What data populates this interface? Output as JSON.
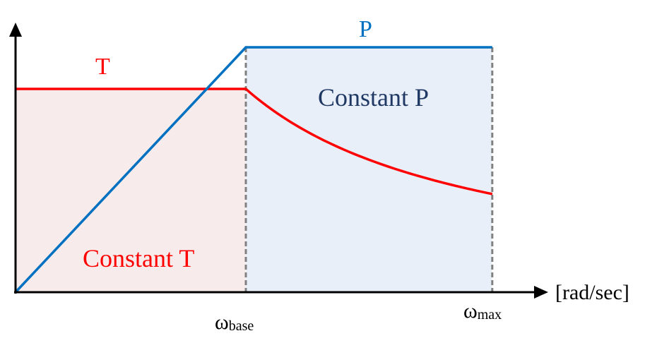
{
  "chart_data": {
    "type": "line",
    "description_free": true,
    "x_axis": {
      "unit_label": "[rad/sec]",
      "ticks": [
        {
          "symbol": "ω",
          "subscript": "base",
          "value": 1.0
        },
        {
          "symbol": "ω",
          "subscript": "max",
          "value": 2.07
        }
      ],
      "xlim": [
        0,
        2.2
      ]
    },
    "ylim": [
      0,
      1.35
    ],
    "regions": [
      {
        "label": "Constant T",
        "x_range": [
          0,
          1.0
        ],
        "color": "#f7eceb",
        "text_color": "#ff0000"
      },
      {
        "label": "Constant P",
        "x_range": [
          1.0,
          2.07
        ],
        "color": "#e9eff8",
        "text_color": "#1f3864"
      }
    ],
    "series": [
      {
        "name": "T",
        "color": "#ff0000",
        "points": [
          [
            0,
            0.83
          ],
          [
            1.0,
            0.83
          ],
          [
            1.1,
            0.7545
          ],
          [
            1.25,
            0.664
          ],
          [
            1.5,
            0.5533
          ],
          [
            1.75,
            0.4743
          ],
          [
            2.0,
            0.415
          ],
          [
            2.07,
            0.401
          ]
        ],
        "note_shape": "constant then hyperbolic"
      },
      {
        "name": "P",
        "color": "#0070c0",
        "points": [
          [
            0,
            0.0
          ],
          [
            1.0,
            1.0
          ],
          [
            2.07,
            1.0
          ]
        ]
      }
    ],
    "grid": false,
    "legend": "none"
  }
}
